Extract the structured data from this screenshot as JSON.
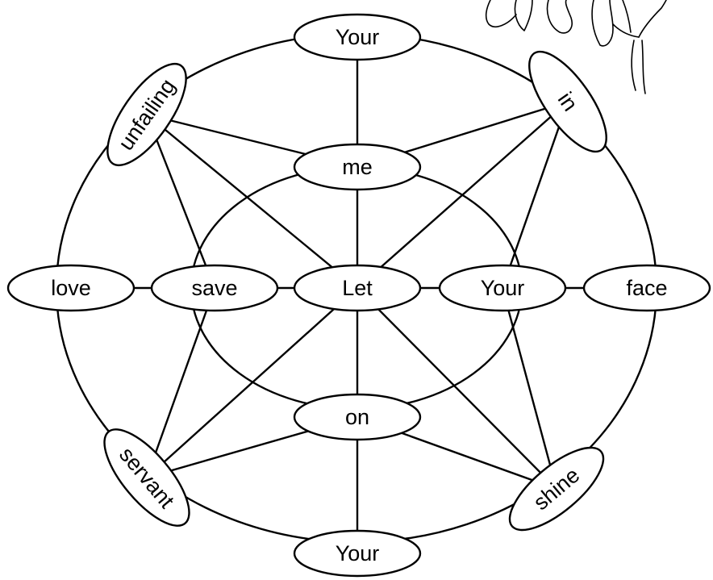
{
  "diagram": {
    "nodes": [
      {
        "id": "top",
        "label": "Your"
      },
      {
        "id": "top-left",
        "label": "unfailing"
      },
      {
        "id": "top-right",
        "label": "in"
      },
      {
        "id": "upper",
        "label": "me"
      },
      {
        "id": "far-left",
        "label": "love"
      },
      {
        "id": "left",
        "label": "save"
      },
      {
        "id": "center",
        "label": "Let"
      },
      {
        "id": "right",
        "label": "Your"
      },
      {
        "id": "far-right",
        "label": "face"
      },
      {
        "id": "lower",
        "label": "on"
      },
      {
        "id": "bottom-left",
        "label": "servant"
      },
      {
        "id": "bottom-right",
        "label": "shine"
      },
      {
        "id": "bottom",
        "label": "Your"
      }
    ],
    "decoration": "flower-sketch-icon"
  }
}
